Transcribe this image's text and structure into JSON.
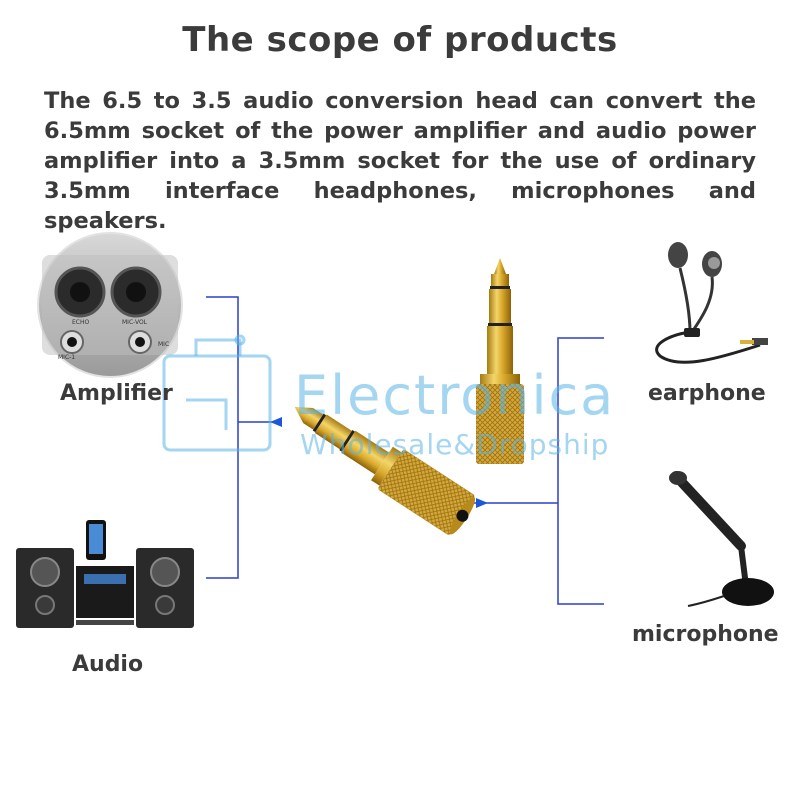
{
  "heading": "The scope of products",
  "description": "The 6.5 to 3.5 audio conversion head can convert the 6.5mm socket of the power amplifier and audio power amplifier into a 3.5mm socket for the use of ordinary 3.5mm interface headphones, microphones and speakers.",
  "labels": {
    "amplifier": "Amplifier",
    "audio": "Audio",
    "earphone": "earphone",
    "microphone": "microphone"
  },
  "amplifier_panel": {
    "echo": "ECHO",
    "mic_vol": "MIC-VOL",
    "mic1": "MIC-1",
    "mic2": "MIC"
  },
  "watermark": {
    "brand": "Electronica",
    "tagline": "Wholesale&Dropship"
  },
  "colors": {
    "connector_line": "#2b3fd0",
    "arrow": "#1b57d8",
    "gold": "#d9b13a",
    "watermark": "#5ab4e6"
  }
}
